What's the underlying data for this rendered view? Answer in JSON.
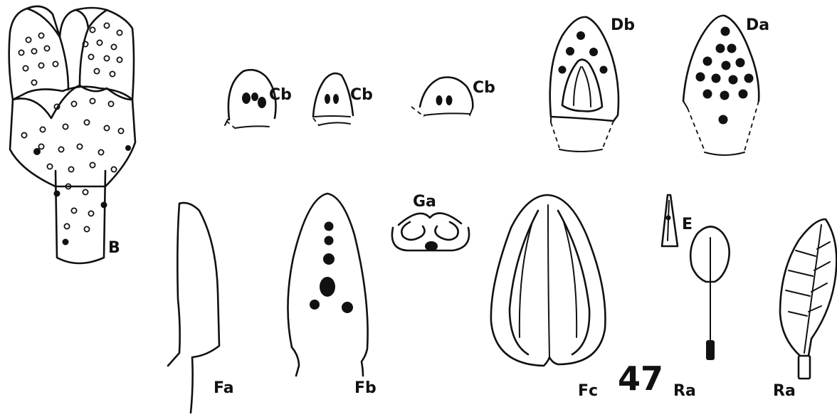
{
  "figure_number": "47",
  "labels": {
    "B": "B",
    "Cb1": "Cb",
    "Cb2": "Cb",
    "Cb3": "Cb",
    "Db": "Db",
    "Da": "Da",
    "Ga": "Ga",
    "E": "E",
    "Fa": "Fa",
    "Fb": "Fb",
    "Fc": "Fc",
    "Ra1": "Ra",
    "Ra2": "Ra"
  }
}
